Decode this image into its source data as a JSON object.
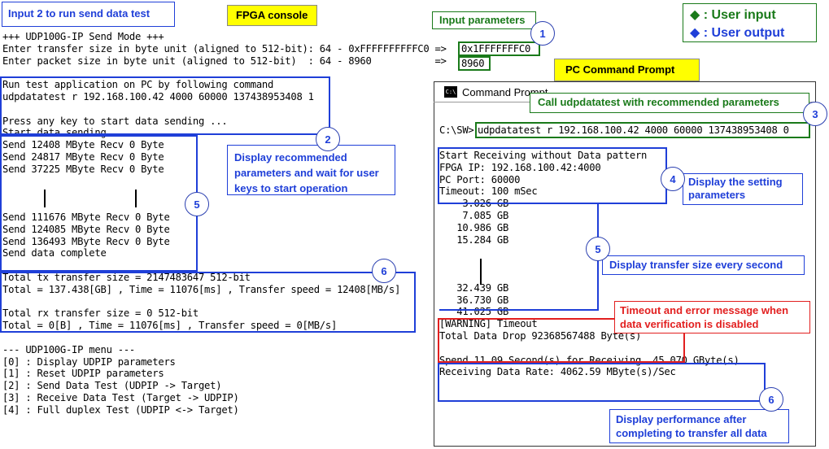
{
  "fpga": {
    "title": "FPGA console",
    "hint": "Input 2 to run send data test",
    "lines": [
      "+++ UDP100G-IP Send Mode +++",
      "Enter transfer size in byte unit (aligned to 512-bit): 64 - 0xFFFFFFFFFFC0 =>",
      "Enter packet size in byte unit (aligned to 512-bit)  : 64 - 8960           =>",
      "",
      "Run test application on PC by following command",
      "udpdatatest r 192.168.100.42 4000 60000 137438953408 1",
      "",
      "Press any key to start data sending ...",
      "Start data sending",
      "Send 12408 MByte Recv 0 Byte",
      "Send 24817 MByte Recv 0 Byte",
      "Send 37225 MByte Recv 0 Byte",
      "",
      "",
      "",
      "Send 111676 MByte Recv 0 Byte",
      "Send 124085 MByte Recv 0 Byte",
      "Send 136493 MByte Recv 0 Byte",
      "Send data complete",
      "",
      "Total tx transfer size = 2147483647 512-bit",
      "Total = 137.438[GB] , Time = 11076[ms] , Transfer speed = 12408[MB/s]",
      "",
      "Total rx transfer size = 0 512-bit",
      "Total = 0[B] , Time = 11076[ms] , Transfer speed = 0[MB/s]",
      "",
      "--- UDP100G-IP menu ---",
      "[0] : Display UDPIP parameters",
      "[1] : Reset UDPIP parameters",
      "[2] : Send Data Test (UDPIP -> Target)",
      "[3] : Receive Data Test (Target -> UDPIP)",
      "[4] : Full duplex Test (UDPIP <-> Target)"
    ],
    "input_transfer": "0x1FFFFFFFC0",
    "input_packet": "8960"
  },
  "pc": {
    "title": "PC Command Prompt",
    "window_title": "Command Prompt",
    "window_icon": "C:\\",
    "prompt": "C:\\SW>",
    "command": "udpdatatest r 192.168.100.42 4000 60000 137438953408 0",
    "lines": [
      "Start Receiving without Data pattern",
      "FPGA IP: 192.168.100.42:4000",
      "PC Port: 60000",
      "Timeout: 100 mSec",
      "    3.026 GB",
      "    7.085 GB",
      "   10.986 GB",
      "   15.284 GB",
      "",
      "",
      "",
      "   32.439 GB",
      "   36.730 GB",
      "   41.025 GB",
      "[WARNING] Timeout",
      "Total Data Drop 92368567488 Byte(s)",
      "",
      "Spend 11.09 Second(s) for Receiving  45.070 GByte(s)",
      "Receiving Data Rate: 4062.59 MByte(s)/Sec"
    ]
  },
  "legend": {
    "user_input": "◆ : User input",
    "user_output": "◆ : User output"
  },
  "callouts": {
    "input_params": "Input parameters",
    "c2": "Display recommended parameters and wait for user keys to start operation",
    "c3": "Call udpdatatest with recommended parameters",
    "c4": "Display the setting parameters",
    "c5": "Display transfer size every second",
    "timeout": "Timeout and error message when data verification is disabled",
    "c6": "Display performance after completing to transfer all data"
  },
  "numbers": [
    "1",
    "2",
    "3",
    "4",
    "5",
    "5",
    "6",
    "6"
  ]
}
